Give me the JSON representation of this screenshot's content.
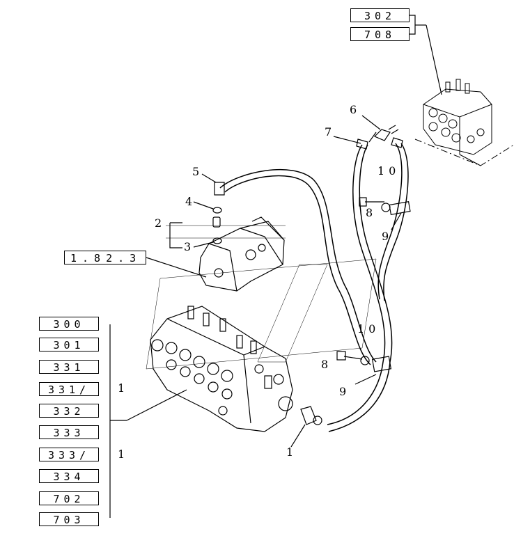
{
  "reference_boxes": {
    "top": [
      "302",
      "708"
    ],
    "left": [
      "300",
      "301",
      "331",
      "331/",
      "332",
      "333",
      "333/",
      "334",
      "702",
      "703"
    ],
    "pump_ref": "1.82.3"
  },
  "callouts": {
    "c1_left_a": "1",
    "c1_left_b": "1",
    "c1_fitting": "1",
    "c2": "2",
    "c3_small": "3",
    "c4": "4",
    "c5": "5",
    "c6": "6",
    "c7": "7",
    "c8_top": "8",
    "c8_bottom": "8",
    "c9_top": "9",
    "c9_bottom": "9",
    "c10_top": "10",
    "c10_bottom": "10"
  }
}
